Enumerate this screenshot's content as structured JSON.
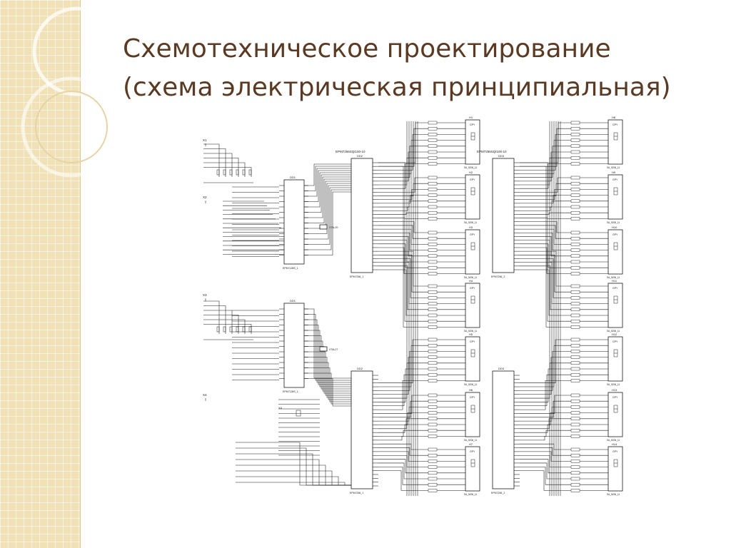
{
  "slide": {
    "title_line1": "Схемотехническое проектирование",
    "title_line2": "(схема электрическая принципиальная)"
  },
  "colors": {
    "title": "#5b3a24",
    "panel": "#f1e1b7",
    "panel_grid": "#ffffff",
    "lines": "#1a1a1a"
  },
  "schematic": {
    "connectors": [
      "X1",
      "X2",
      "X3",
      "X4"
    ],
    "ic_small": [
      {
        "ref": "DD1",
        "part": "EPM7128S_1"
      },
      {
        "ref": "DD1",
        "part": "EPM7128S_1"
      }
    ],
    "ic_large": [
      {
        "ref": "DD2",
        "part": "EPM7256_1",
        "header": "EPM7256SQI100-10"
      },
      {
        "ref": "DD3",
        "part": "EPM7256_2",
        "header": "EPM7256SQI100-10"
      },
      {
        "ref": "DD2",
        "part": "EPM7256_1",
        "header": ""
      },
      {
        "ref": "DD3",
        "part": "EPM7256_2",
        "header": ""
      }
    ],
    "displays": [
      {
        "ref": "H1",
        "label": "GPY",
        "part": "SA_5206_11"
      },
      {
        "ref": "H2",
        "label": "GPY",
        "part": "SA_5206_11"
      },
      {
        "ref": "H3",
        "label": "GPY",
        "part": "SA_5206_11"
      },
      {
        "ref": "H4",
        "label": "GPY",
        "part": "SA_5206_11"
      },
      {
        "ref": "H5",
        "label": "GPY",
        "part": "SA_5206_11"
      },
      {
        "ref": "H6",
        "label": "GPY",
        "part": "SA_5206_11"
      },
      {
        "ref": "H7",
        "label": "GPY",
        "part": "SA_5206_11"
      },
      {
        "ref": "H8",
        "label": "GPY",
        "part": "SA_5206_11"
      },
      {
        "ref": "H9",
        "label": "GPY",
        "part": "SA_5206_11"
      },
      {
        "ref": "H10",
        "label": "GPY",
        "part": "SA_5206_11"
      },
      {
        "ref": "H11",
        "label": "GPY",
        "part": "SA_5206_11"
      },
      {
        "ref": "H12",
        "label": "GPY",
        "part": "SA_5206_11"
      },
      {
        "ref": "H13",
        "label": "GPY",
        "part": "SA_5206_11"
      },
      {
        "ref": "H14",
        "label": "GPY",
        "part": "SA_5206_11"
      }
    ],
    "oscillators": [
      "XTAL20",
      "XTAL27"
    ]
  }
}
